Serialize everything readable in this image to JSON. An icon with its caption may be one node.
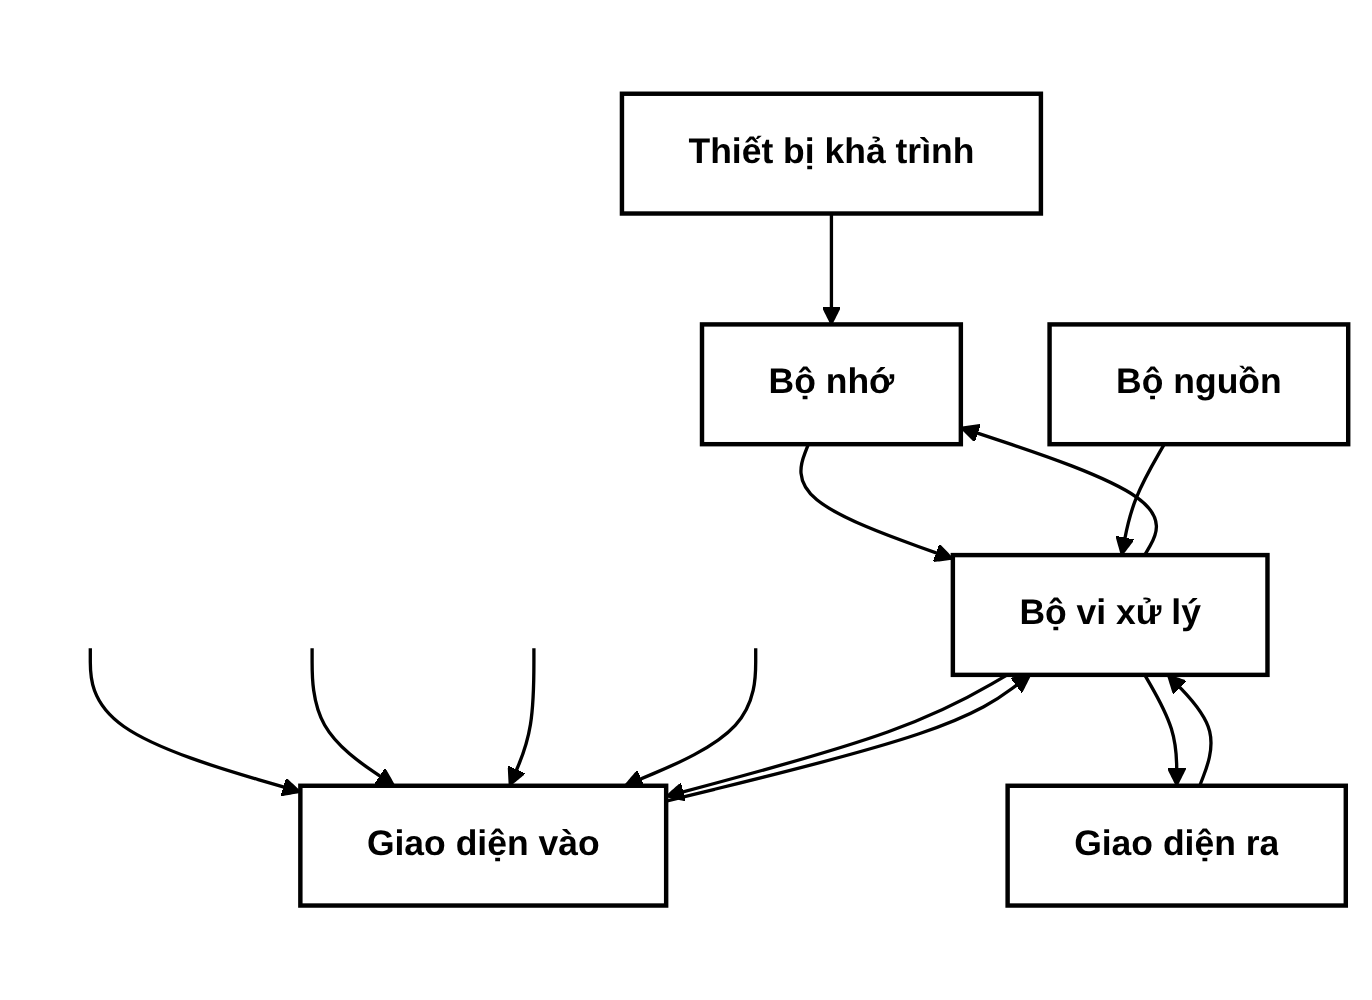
{
  "diagram": {
    "nodes": [
      {
        "text": [
          "Thiết bị khả trình"
        ]
      },
      {
        "text": [
          "Bộ nhớ"
        ]
      },
      {
        "text": [
          "Giao diện vào"
        ]
      },
      {
        "text": [
          "Bộ vi xử lý"
        ]
      },
      {
        "text": [
          "Giao diện ra"
        ]
      },
      {
        "text": [
          "Bộ nguồn"
        ]
      }
    ],
    "edges": [
      {
        "from": 0,
        "to": 1,
        "arrow": "to"
      },
      {
        "from": 1,
        "to": 3,
        "arrow": "to"
      },
      {
        "from": 3,
        "to": 1,
        "arrow": "to"
      },
      {
        "from": null,
        "to": 2,
        "arrow": "to"
      },
      {
        "from": null,
        "to": 2,
        "arrow": "to"
      },
      {
        "from": null,
        "to": 2,
        "arrow": "to"
      },
      {
        "from": null,
        "to": 2,
        "arrow": "to"
      },
      {
        "from": 2,
        "to": 3,
        "arrow": "to"
      },
      {
        "from": 3,
        "to": 2,
        "arrow": "to"
      },
      {
        "from": 4,
        "to": 3,
        "arrow": "to"
      },
      {
        "from": 3,
        "to": 4,
        "arrow": "to"
      },
      {
        "from": 5,
        "to": 3,
        "arrow": "to"
      }
    ]
  }
}
